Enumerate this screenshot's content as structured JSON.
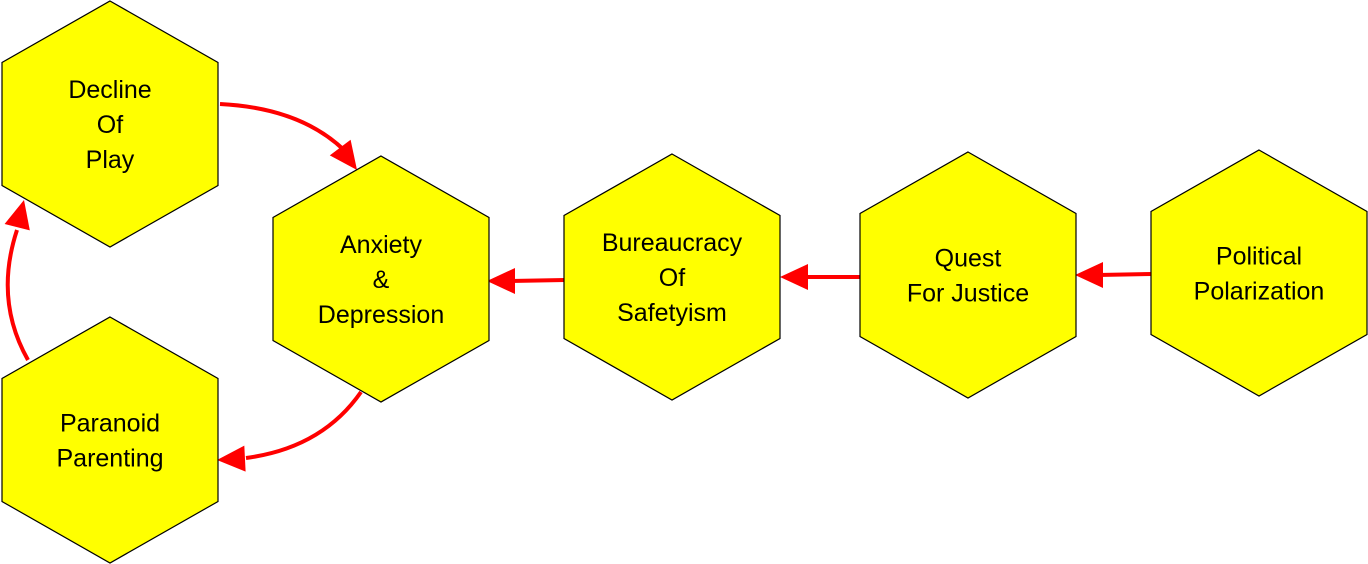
{
  "colors": {
    "node_fill": "#ffff00",
    "node_stroke": "#000000",
    "edge": "#ff0000"
  },
  "nodes": [
    {
      "id": "decline-of-play",
      "shape": "hexagon",
      "lines": [
        "Decline",
        "Of",
        "Play"
      ]
    },
    {
      "id": "paranoid-parenting",
      "shape": "hexagon",
      "lines": [
        "Paranoid",
        "Parenting"
      ]
    },
    {
      "id": "anxiety-depression",
      "shape": "hexagon",
      "lines": [
        "Anxiety",
        "&",
        "Depression"
      ]
    },
    {
      "id": "bureaucracy-of-safetyism",
      "shape": "hexagon",
      "lines": [
        "Bureaucracy",
        "Of",
        "Safetyism"
      ]
    },
    {
      "id": "quest-for-justice",
      "shape": "hexagon",
      "lines": [
        "Quest",
        "For Justice"
      ]
    },
    {
      "id": "political-polarization",
      "shape": "hexagon",
      "lines": [
        "Political",
        "Polarization"
      ]
    }
  ],
  "edges": [
    {
      "from": "decline-of-play",
      "to": "anxiety-depression"
    },
    {
      "from": "anxiety-depression",
      "to": "paranoid-parenting"
    },
    {
      "from": "paranoid-parenting",
      "to": "decline-of-play"
    },
    {
      "from": "bureaucracy-of-safetyism",
      "to": "anxiety-depression"
    },
    {
      "from": "quest-for-justice",
      "to": "bureaucracy-of-safetyism"
    },
    {
      "from": "political-polarization",
      "to": "quest-for-justice"
    }
  ]
}
